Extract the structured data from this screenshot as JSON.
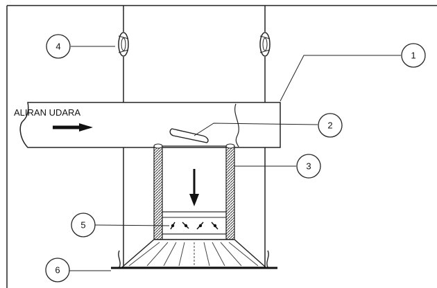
{
  "diagram": {
    "flow_label": "ALIRAN UDARA",
    "callouts": [
      {
        "id": "c1",
        "text": "1"
      },
      {
        "id": "c2",
        "text": "2"
      },
      {
        "id": "c3",
        "text": "3"
      },
      {
        "id": "c4",
        "text": "4"
      },
      {
        "id": "c5",
        "text": "5"
      },
      {
        "id": "c6",
        "text": "6"
      }
    ]
  }
}
